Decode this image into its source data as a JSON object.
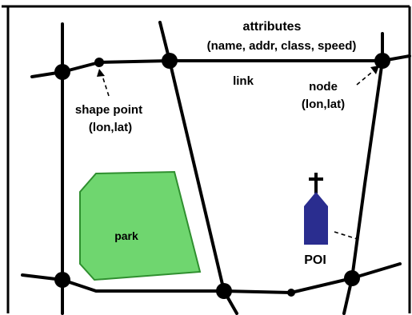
{
  "labels": {
    "attributes_title": "attributes",
    "attributes_list": "(name, addr, class, speed)",
    "link": "link",
    "node_title": "node",
    "node_coords": "(lon,lat)",
    "shape_point_title": "shape point",
    "shape_point_coords": "(lon,lat)",
    "park": "park",
    "poi": "POI"
  },
  "colors": {
    "road": "#000000",
    "park_fill": "#6fd66f",
    "park_stroke": "#2f8f2f",
    "poi_fill": "#2a2d8f",
    "frame": "#000000"
  },
  "icons": {
    "poi": "church-icon"
  }
}
